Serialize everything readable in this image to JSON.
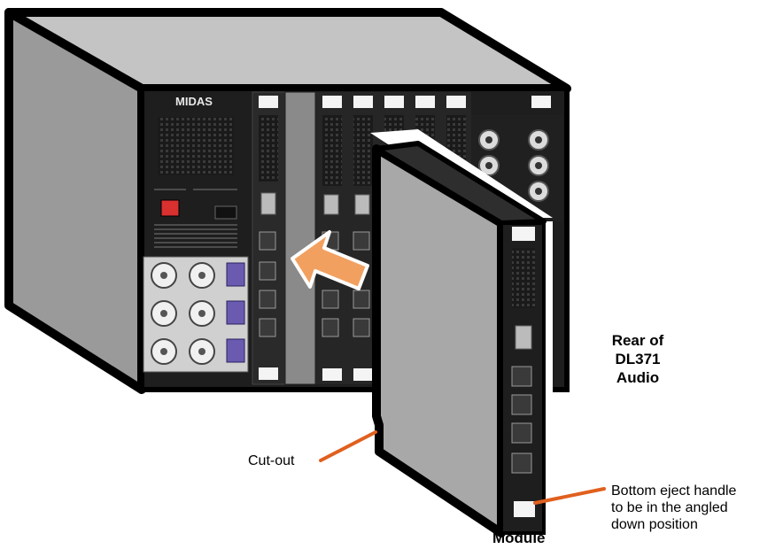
{
  "labels": {
    "rear_lines": [
      "Rear of",
      "DL371",
      "Audio"
    ],
    "cutout": "Cut-out",
    "eject_lines": [
      "Bottom eject handle",
      "to be in the angled",
      "down position"
    ],
    "module": "Module",
    "brand": "MIDAS"
  },
  "colors": {
    "chassis_side": "#9a9a9a",
    "chassis_top": "#c4c4c4",
    "panel_black": "#1e1e1e",
    "module_face": "#a8a8a8",
    "arrow_fill": "#f2a060",
    "leader": "#e0601e",
    "power_switch": "#d93030",
    "iec_socket": "#6a5bb0"
  }
}
